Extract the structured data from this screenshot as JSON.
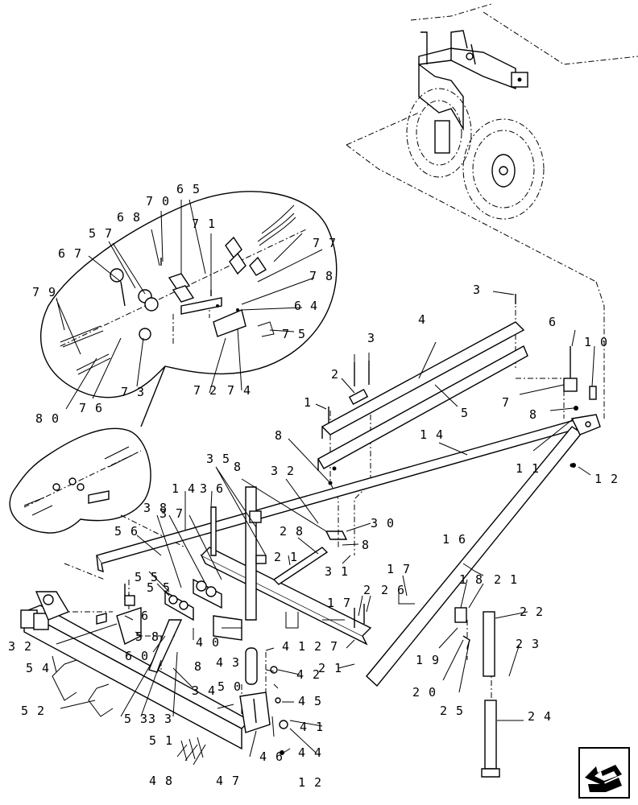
{
  "labels": [
    {
      "id": "l3a",
      "text": "3"
    },
    {
      "id": "l3b",
      "text": "3"
    },
    {
      "id": "l4",
      "text": "4"
    },
    {
      "id": "l2",
      "text": "2"
    },
    {
      "id": "l1",
      "text": "1"
    },
    {
      "id": "l5",
      "text": "5"
    },
    {
      "id": "l6",
      "text": "6"
    },
    {
      "id": "l10",
      "text": "1 0"
    },
    {
      "id": "l7",
      "text": "7"
    },
    {
      "id": "l8a",
      "text": "8"
    },
    {
      "id": "l11",
      "text": "1 1"
    },
    {
      "id": "l12a",
      "text": "1 2"
    },
    {
      "id": "l8b",
      "text": "8"
    },
    {
      "id": "l14a",
      "text": "1 4"
    },
    {
      "id": "l14b",
      "text": "1 4"
    },
    {
      "id": "l35",
      "text": "3 5"
    },
    {
      "id": "l8c",
      "text": "8"
    },
    {
      "id": "l32a",
      "text": "3 2"
    },
    {
      "id": "l36",
      "text": "3 6"
    },
    {
      "id": "l38",
      "text": "3 8"
    },
    {
      "id": "l37",
      "text": "3 7"
    },
    {
      "id": "l30",
      "text": "3 0"
    },
    {
      "id": "l8d",
      "text": "8"
    },
    {
      "id": "l28",
      "text": "2 8"
    },
    {
      "id": "l21a",
      "text": "2 1"
    },
    {
      "id": "l31",
      "text": "3 1"
    },
    {
      "id": "l56",
      "text": "5 6"
    },
    {
      "id": "l55a",
      "text": "5 5"
    },
    {
      "id": "l55b",
      "text": "5 5"
    },
    {
      "id": "l6b",
      "text": "6"
    },
    {
      "id": "l58",
      "text": "5 8"
    },
    {
      "id": "l60",
      "text": "6 0"
    },
    {
      "id": "l40",
      "text": "4 0"
    },
    {
      "id": "l41a",
      "text": "4 1"
    },
    {
      "id": "l27",
      "text": "2 7"
    },
    {
      "id": "l26",
      "text": "2 6"
    },
    {
      "id": "l2b",
      "text": "2"
    },
    {
      "id": "l17a",
      "text": "1 7"
    },
    {
      "id": "l17b",
      "text": "1 7"
    },
    {
      "id": "l16",
      "text": "1 6"
    },
    {
      "id": "l18",
      "text": "1 8"
    },
    {
      "id": "l21b",
      "text": "2 1"
    },
    {
      "id": "l22",
      "text": "2 2"
    },
    {
      "id": "l19",
      "text": "1 9"
    },
    {
      "id": "l23",
      "text": "2 3"
    },
    {
      "id": "l20",
      "text": "2 0"
    },
    {
      "id": "l25",
      "text": "2 5"
    },
    {
      "id": "l24",
      "text": "2 4"
    },
    {
      "id": "l32b",
      "text": "3 2"
    },
    {
      "id": "l54",
      "text": "5 4"
    },
    {
      "id": "l52",
      "text": "5 2"
    },
    {
      "id": "l8e",
      "text": "8"
    },
    {
      "id": "l43",
      "text": "4 3"
    },
    {
      "id": "l42",
      "text": "4 2"
    },
    {
      "id": "l21c",
      "text": "2 1"
    },
    {
      "id": "l34",
      "text": "3 4"
    },
    {
      "id": "l50",
      "text": "5 0"
    },
    {
      "id": "l45",
      "text": "4 5"
    },
    {
      "id": "l53",
      "text": "5 3"
    },
    {
      "id": "l33",
      "text": "3 3"
    },
    {
      "id": "l51",
      "text": "5 1"
    },
    {
      "id": "l41b",
      "text": "4 1"
    },
    {
      "id": "l44",
      "text": "4 4"
    },
    {
      "id": "l46",
      "text": "4 6"
    },
    {
      "id": "l48",
      "text": "4 8"
    },
    {
      "id": "l47",
      "text": "4 7"
    },
    {
      "id": "l12b",
      "text": "1 2"
    },
    {
      "id": "l70",
      "text": "7 0"
    },
    {
      "id": "l65",
      "text": "6 5"
    },
    {
      "id": "l68",
      "text": "6 8"
    },
    {
      "id": "l71",
      "text": "7 1"
    },
    {
      "id": "l57",
      "text": "5 7"
    },
    {
      "id": "l77",
      "text": "7 7"
    },
    {
      "id": "l67",
      "text": "6 7"
    },
    {
      "id": "l78",
      "text": "7 8"
    },
    {
      "id": "l79",
      "text": "7 9"
    },
    {
      "id": "l64",
      "text": "6 4"
    },
    {
      "id": "l75",
      "text": "7 5"
    },
    {
      "id": "l73",
      "text": "7 3"
    },
    {
      "id": "l72",
      "text": "7 2"
    },
    {
      "id": "l74",
      "text": "7 4"
    },
    {
      "id": "l80",
      "text": "8 0"
    },
    {
      "id": "l76",
      "text": "7 6"
    }
  ],
  "nav_icon": "next-page-arrow-icon"
}
